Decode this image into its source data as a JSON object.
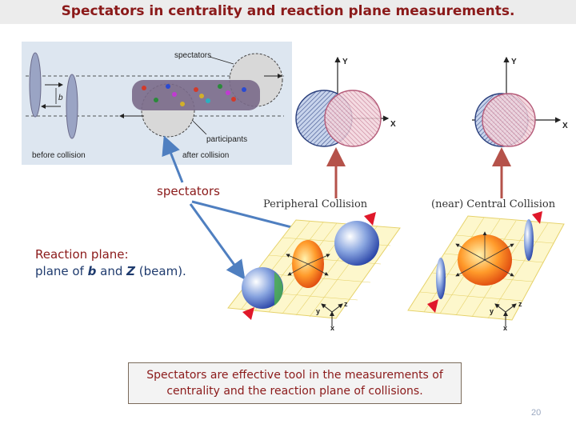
{
  "slide": {
    "title": "Spectators in centrality and reaction plane measurements.",
    "page_number": "20"
  },
  "collision_figure": {
    "label_spectators": "spectators",
    "label_b": "b",
    "label_participants": "participants",
    "label_before": "before collision",
    "label_after": "after collision"
  },
  "axes": {
    "y": "Y",
    "x": "X"
  },
  "captions": {
    "peripheral": "Peripheral Collision",
    "central": "(near) Central Collision"
  },
  "spectators_label": "spectators",
  "reaction_plane": {
    "title": "Reaction plane:",
    "desc_prefix": "plane of ",
    "b": "b",
    "and": " and ",
    "z": "Z",
    "desc_suffix": " (beam)."
  },
  "plane_axes": {
    "y": "y",
    "z": "z",
    "x": "x"
  },
  "summary": "Spectators are effective tool in the measurements of centrality and the reaction plane of collisions.",
  "colors": {
    "title": "#8b1a1a",
    "arrow_blue": "#4f7fc0",
    "arrow_red": "#b5524a"
  }
}
